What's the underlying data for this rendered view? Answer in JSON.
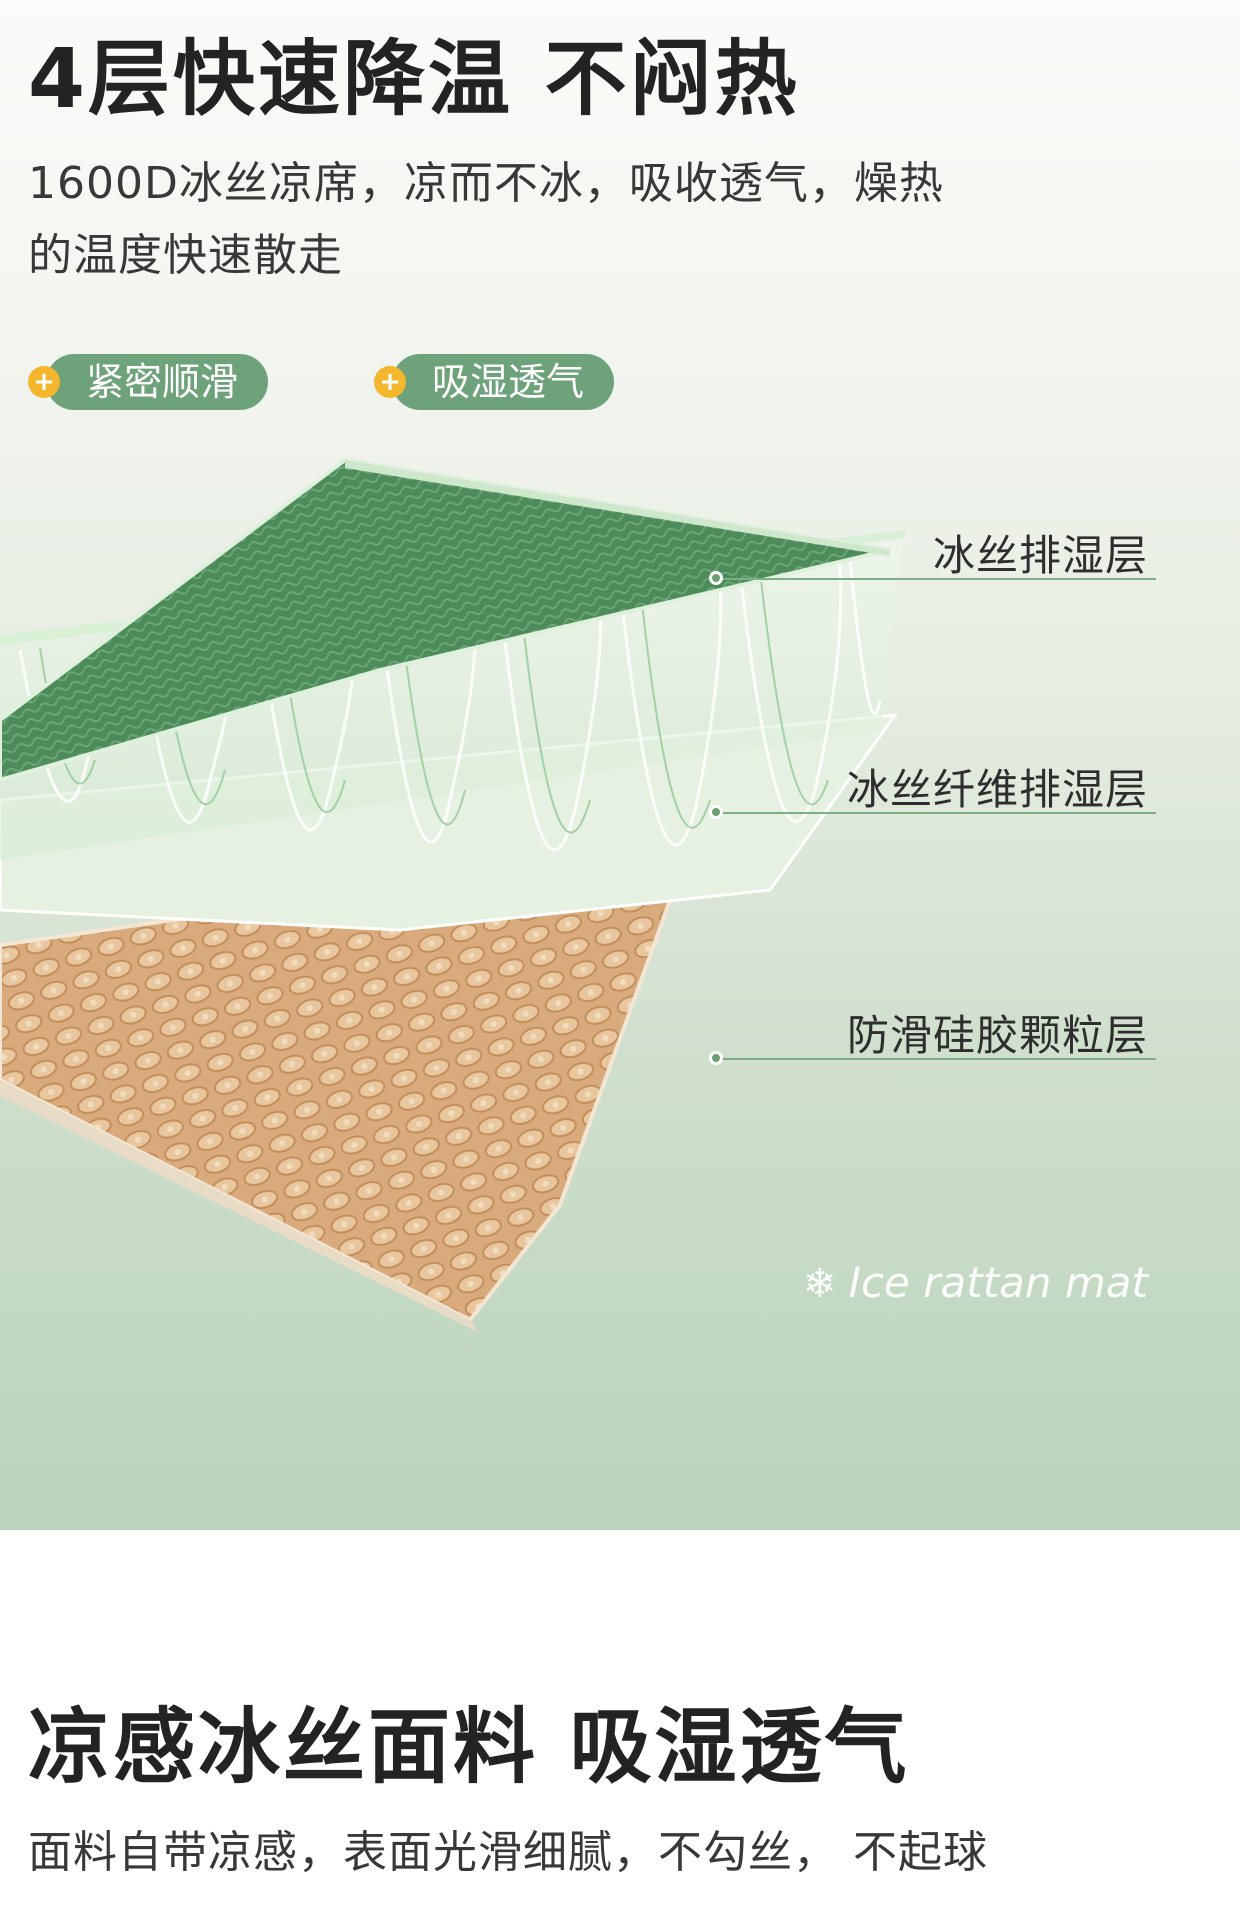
{
  "section1": {
    "title": "4层快速降温 不闷热",
    "desc_line1": "1600D冰丝凉席，凉而不冰，吸收透气，燥热",
    "desc_line2": "的温度快速散走",
    "tags": [
      {
        "label": "紧密顺滑",
        "icon": "plus-icon"
      },
      {
        "label": "吸湿透气",
        "icon": "plus-icon"
      }
    ],
    "layers": [
      "冰丝排湿层",
      "冰丝纤维排湿层",
      "防滑硅胶颗粒层"
    ],
    "watermark": "Ice rattan mat",
    "colors": {
      "top_layer": "#4f8d5b",
      "fiber_layer": "#e3f2e0",
      "silicone_layer": "#d7a878",
      "tag_bg": "#6ea27a",
      "tag_dot": "#f3b62c"
    }
  },
  "section2": {
    "title": "凉感冰丝面料 吸湿透气",
    "desc": "面料自带凉感，表面光滑细腻，不勾丝， 不起球"
  }
}
